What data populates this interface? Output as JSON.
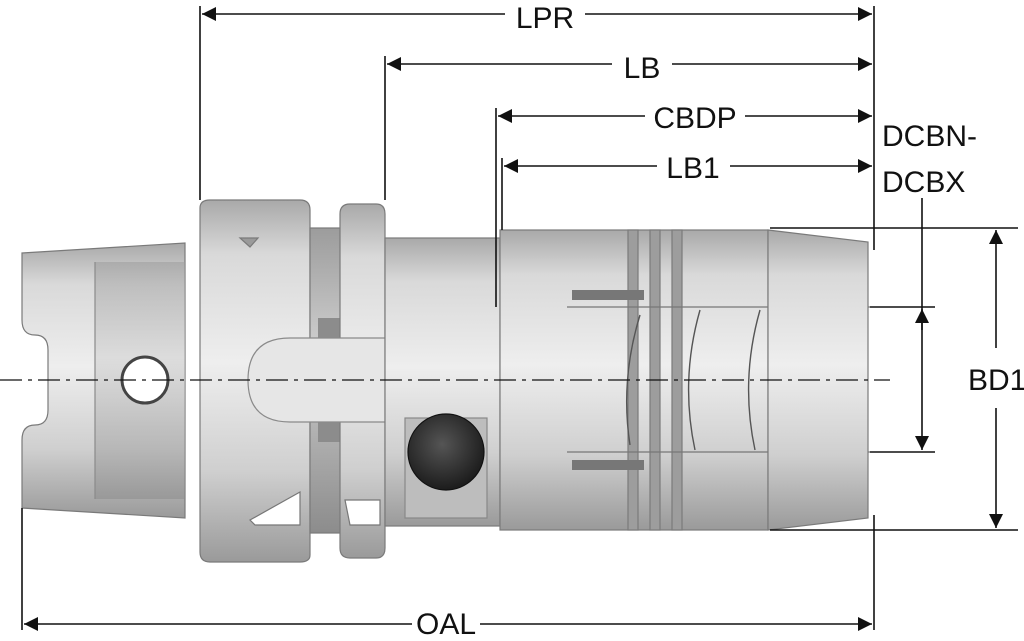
{
  "dimensions": {
    "lpr": "LPR",
    "lb": "LB",
    "cbdp": "CBDP",
    "lb1": "LB1",
    "dcbn": "DCBN-",
    "dcbx": "DCBX",
    "bd1": "BD1",
    "oal": "OAL"
  },
  "colors": {
    "line": "#111111",
    "body_light": "#d6d6d6",
    "body_mid": "#b9b9b9",
    "body_dark": "#8f8f8f",
    "outline": "#7a7a7a"
  }
}
